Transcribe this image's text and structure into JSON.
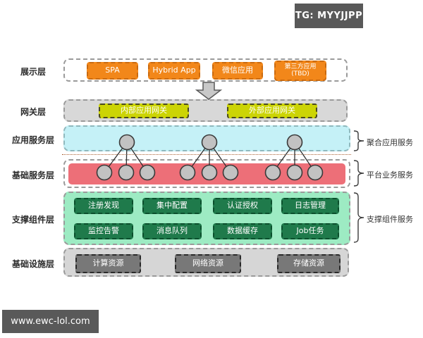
{
  "badge": {
    "text": "TG: MYYJJPP"
  },
  "watermark": {
    "text": "www.ewc-lol.com"
  },
  "colors": {
    "presentation_box": "#F2871A",
    "gateway_box": "#CCD405",
    "app_service_bg": "#C5F1F7",
    "base_service_band": "#ED6F78",
    "support_bg": "#9DEBC3",
    "support_box": "#1F7A4B",
    "gateway_bg": "#D8D8D8",
    "infra_bg": "#D6D6D6",
    "infra_box": "#787878",
    "node_fill": "#C2C2C2",
    "badge_bg": "#595959"
  },
  "layers": {
    "presentation": {
      "label": "展示层",
      "items": [
        "SPA",
        "Hybrid App",
        "微信应用",
        {
          "line1": "第三方应用",
          "line2": "(TBD)"
        }
      ]
    },
    "gateway": {
      "label": "网关层",
      "items": [
        "内部应用网关",
        "外部应用网关"
      ]
    },
    "app_service": {
      "label": "应用服务层",
      "annotation": "聚合应用服务"
    },
    "base_service": {
      "label": "基础服务层",
      "annotation": "平台业务服务"
    },
    "support": {
      "label": "支撑组件层",
      "annotation": "支撑组件服务",
      "items": [
        "注册发现",
        "集中配置",
        "认证授权",
        "日志管理",
        "监控告警",
        "消息队列",
        "数据缓存",
        "Job任务"
      ]
    },
    "infrastructure": {
      "label": "基础设施层",
      "items": [
        "计算资源",
        "网络资源",
        "存储资源"
      ]
    }
  }
}
